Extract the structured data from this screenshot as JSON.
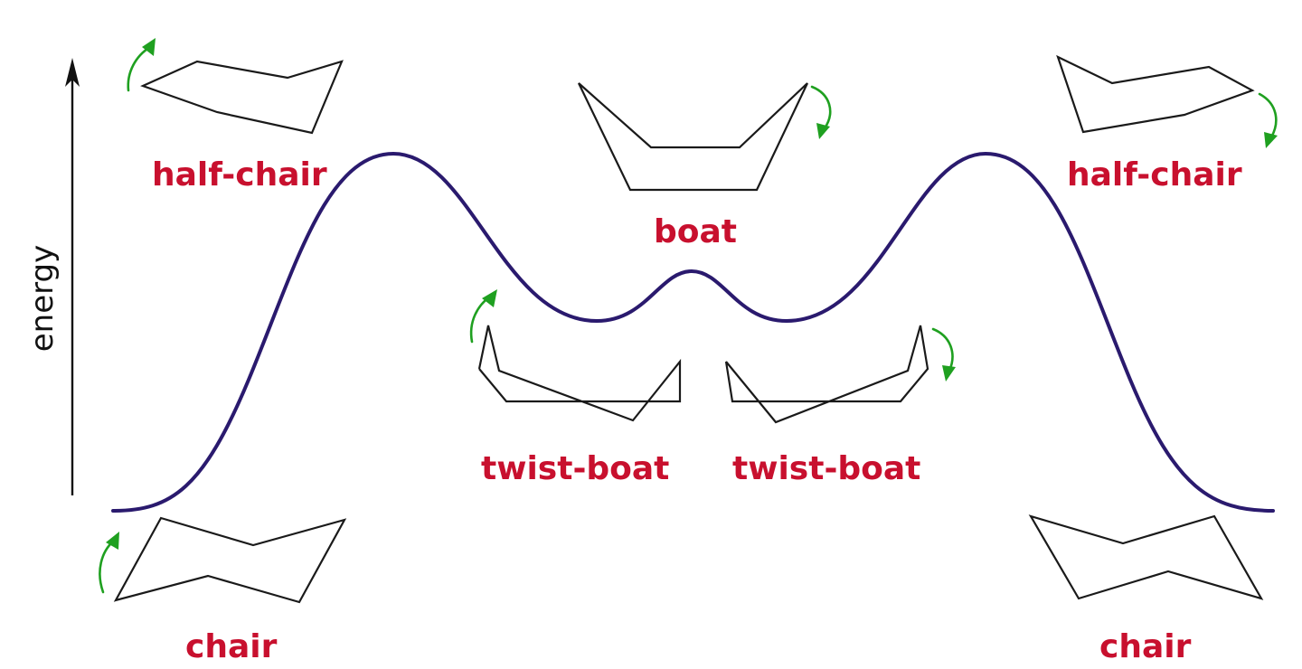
{
  "axis": {
    "label": "energy"
  },
  "labels": {
    "half_chair_left": "half-chair",
    "half_chair_right": "half-chair",
    "boat": "boat",
    "twist_boat_left": "twist-boat",
    "twist_boat_right": "twist-boat",
    "chair_left": "chair",
    "chair_right": "chair"
  },
  "colors": {
    "label": "#c8102e",
    "curve": "#2a1a6e",
    "arrow": "#1fa020",
    "structure": "#1a1a1a"
  },
  "icons": [
    "ring-rotation-arrow-icon",
    "energy-axis-arrow-icon"
  ]
}
